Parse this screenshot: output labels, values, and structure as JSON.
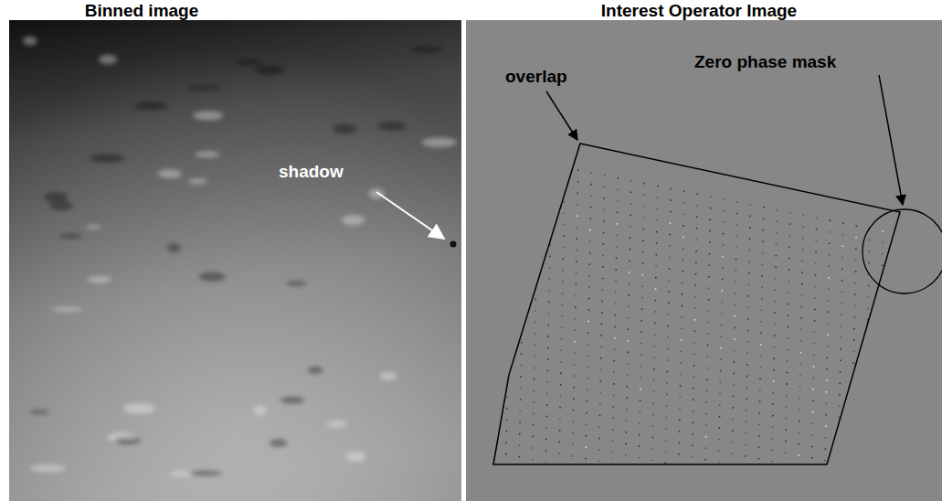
{
  "diagram": {
    "labels": [
      "Binned image",
      "Interest Operator Image",
      "shadow",
      "overlap",
      "Zero phase mask"
    ]
  }
}
